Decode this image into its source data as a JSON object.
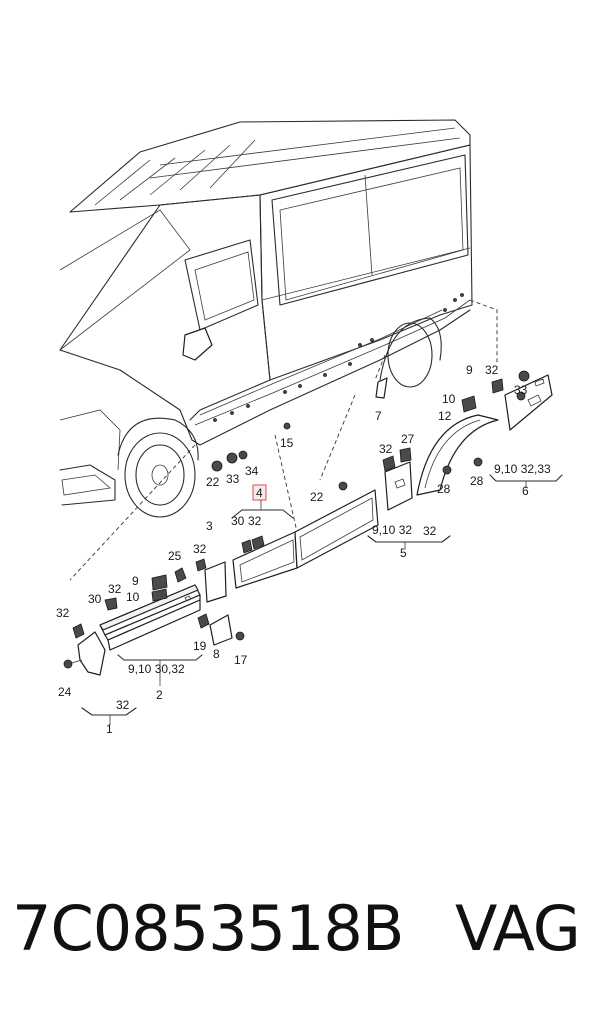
{
  "callouts": [
    {
      "id": "c1",
      "text": "1"
    },
    {
      "id": "c2",
      "text": "2"
    },
    {
      "id": "c3",
      "text": "3"
    },
    {
      "id": "c4",
      "text": "4"
    },
    {
      "id": "c5",
      "text": "5"
    },
    {
      "id": "c6",
      "text": "6"
    },
    {
      "id": "c7",
      "text": "7"
    },
    {
      "id": "c8",
      "text": "8"
    },
    {
      "id": "c9a",
      "text": "9"
    },
    {
      "id": "c9b",
      "text": "9"
    },
    {
      "id": "c10a",
      "text": "10"
    },
    {
      "id": "c10b",
      "text": "10"
    },
    {
      "id": "c12",
      "text": "12"
    },
    {
      "id": "c15",
      "text": "15"
    },
    {
      "id": "c17",
      "text": "17"
    },
    {
      "id": "c19",
      "text": "19"
    },
    {
      "id": "c22a",
      "text": "22"
    },
    {
      "id": "c22b",
      "text": "22"
    },
    {
      "id": "c24",
      "text": "24"
    },
    {
      "id": "c25",
      "text": "25"
    },
    {
      "id": "c27",
      "text": "27"
    },
    {
      "id": "c28a",
      "text": "28"
    },
    {
      "id": "c28b",
      "text": "28"
    },
    {
      "id": "c30a",
      "text": "30"
    },
    {
      "id": "c30b",
      "text": "30"
    },
    {
      "id": "c32a",
      "text": "32"
    },
    {
      "id": "c32b",
      "text": "32"
    },
    {
      "id": "c32c",
      "text": "32"
    },
    {
      "id": "c32d",
      "text": "32"
    },
    {
      "id": "c32e",
      "text": "32"
    },
    {
      "id": "c32f",
      "text": "32"
    },
    {
      "id": "c32g",
      "text": "32"
    },
    {
      "id": "c32h",
      "text": "32"
    },
    {
      "id": "c33a",
      "text": "33"
    },
    {
      "id": "c33b",
      "text": "33"
    },
    {
      "id": "c34",
      "text": "34"
    },
    {
      "id": "g2",
      "text": "9,10   30,32"
    },
    {
      "id": "g5",
      "text": "9,10        32"
    },
    {
      "id": "g6",
      "text": "9,10  32,33"
    }
  ],
  "footer": {
    "part_number": "7C0853518B",
    "brand": "VAG"
  }
}
